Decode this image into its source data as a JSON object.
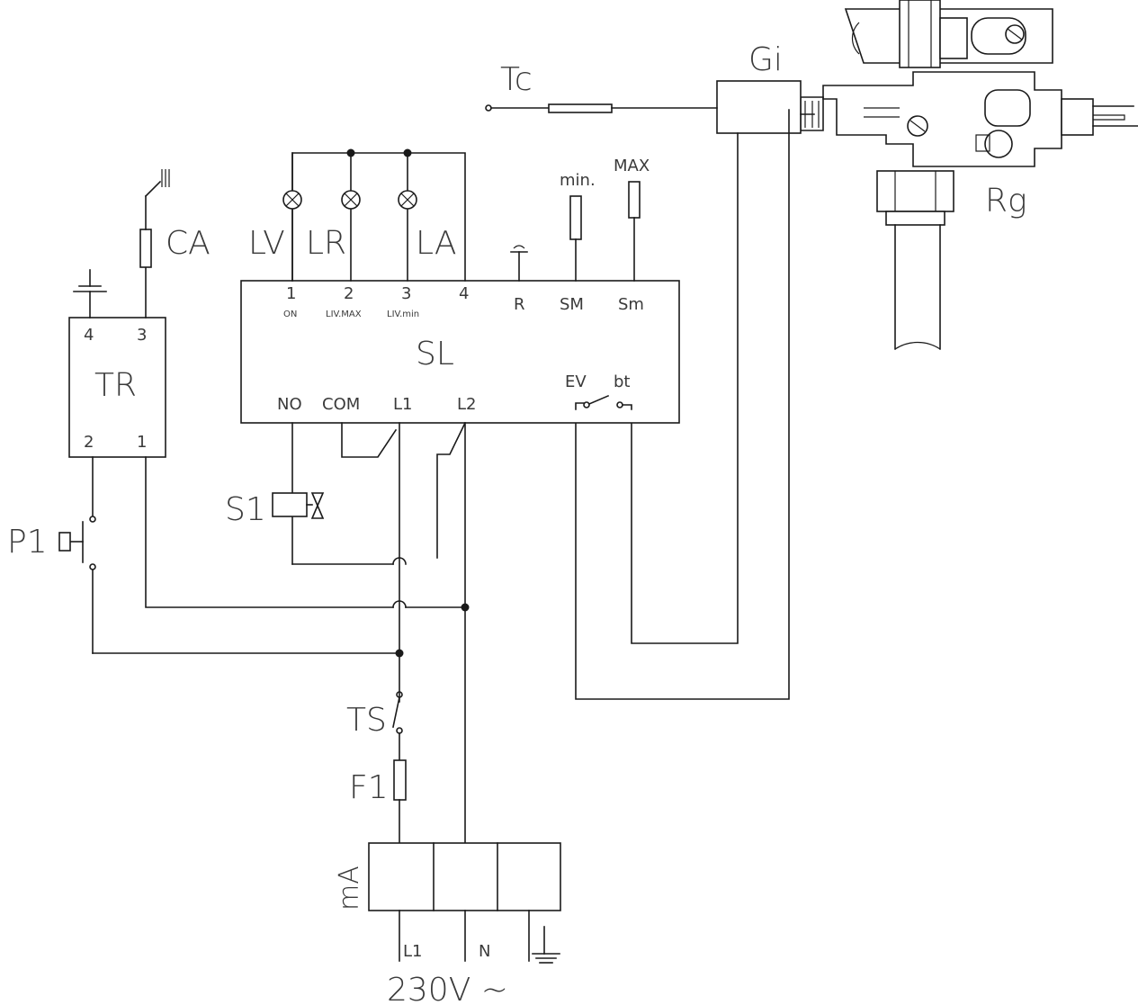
{
  "labels": {
    "tc": "Tc",
    "gi": "Gi",
    "rg": "Rg",
    "ca": "CA",
    "tr": "TR",
    "sl": "SL",
    "lv": "LV",
    "lr": "LR",
    "la": "LA",
    "min": "min.",
    "max": "MAX",
    "s1": "S1",
    "p1": "P1",
    "ts": "TS",
    "f1": "F1",
    "ma": "mA",
    "supply": "230V ~"
  },
  "tr_pins": {
    "p4": "4",
    "p3": "3",
    "p2": "2",
    "p1": "1"
  },
  "sl_top": {
    "t1": "1",
    "t1_sub": "ON",
    "t2": "2",
    "t2_sub": "LIV.MAX",
    "t3": "3",
    "t3_sub": "LIV.min",
    "t4": "4",
    "r": "R",
    "sm_upper": "SM",
    "sm_lower": "Sm"
  },
  "sl_bottom": {
    "no": "NO",
    "com": "COM",
    "l1": "L1",
    "l2": "L2",
    "ev": "EV",
    "bt": "bt"
  },
  "terminal_block": {
    "l1": "L1",
    "n": "N"
  }
}
